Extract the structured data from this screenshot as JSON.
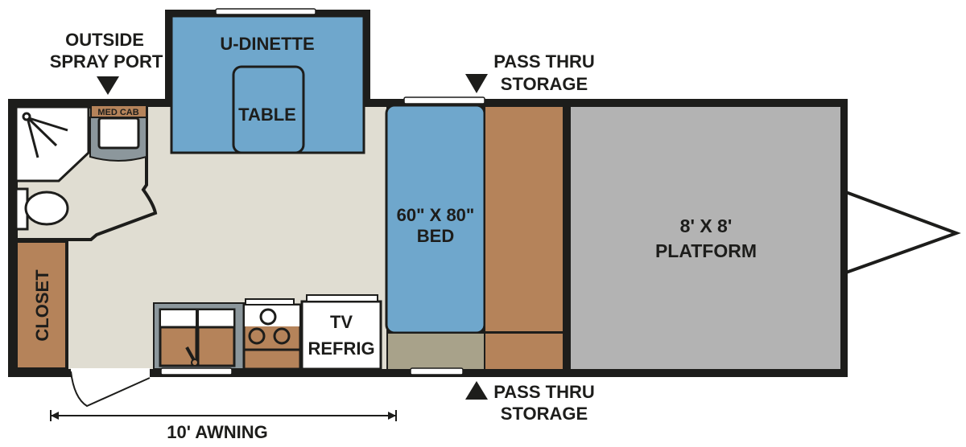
{
  "colors": {
    "wall": "#1d1d1b",
    "floor": "#e0ddd2",
    "blue": "#6fa7cc",
    "brown": "#b5835a",
    "gray": "#b3b3b3",
    "counter": "#8c979c",
    "tan": "#a8a28a"
  },
  "labels": {
    "spray_port_1": "OUTSIDE",
    "spray_port_2": "SPRAY PORT",
    "dinette": "U-DINETTE",
    "table": "TABLE",
    "pass_thru_top_1": "PASS THRU",
    "pass_thru_top_2": "STORAGE",
    "med_cab": "MED CAB",
    "bed_1": "60\" X 80\"",
    "bed_2": "BED",
    "platform_1": "8' X 8'",
    "platform_2": "PLATFORM",
    "closet": "CLOSET",
    "tv": "TV",
    "refrig": "REFRIG",
    "pass_thru_bottom_1": "PASS THRU",
    "pass_thru_bottom_2": "STORAGE",
    "awning": "10' AWNING"
  }
}
